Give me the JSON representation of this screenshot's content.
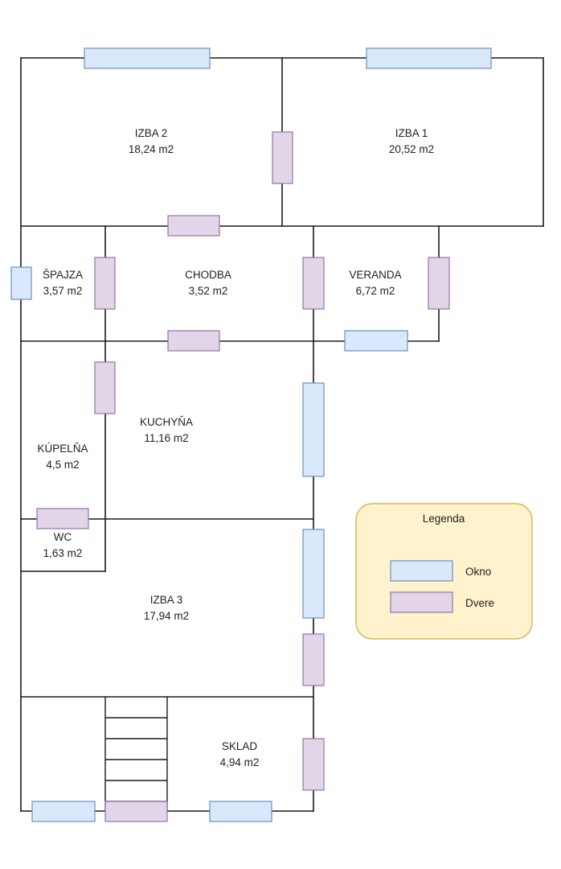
{
  "rooms": [
    {
      "id": "izba-2",
      "name": "IZBA 2",
      "area": "18,24 m2"
    },
    {
      "id": "izba-1",
      "name": "IZBA 1",
      "area": "20,52 m2"
    },
    {
      "id": "spajza",
      "name": "ŠPAJZA",
      "area": "3,57 m2"
    },
    {
      "id": "chodba",
      "name": "CHODBA",
      "area": "3,52 m2"
    },
    {
      "id": "veranda",
      "name": "VERANDA",
      "area": "6,72 m2"
    },
    {
      "id": "kuchyna",
      "name": "KUCHYŇA",
      "area": "11,16 m2"
    },
    {
      "id": "kupelna",
      "name": "KÚPELŇA",
      "area": "4,5 m2"
    },
    {
      "id": "wc",
      "name": "WC",
      "area": "1,63 m2"
    },
    {
      "id": "izba-3",
      "name": "IZBA 3",
      "area": "17,94 m2"
    },
    {
      "id": "sklad",
      "name": "SKLAD",
      "area": "4,94 m2"
    }
  ],
  "legend": {
    "title": "Legenda",
    "items": [
      {
        "label": "Okno",
        "type": "window"
      },
      {
        "label": "Dvere",
        "type": "door"
      }
    ]
  },
  "colors": {
    "window_fill": "#dae8fc",
    "window_stroke": "#6c8ebf",
    "door_fill": "#e1d5e7",
    "door_stroke": "#9673a6",
    "legend_fill": "#fff2cc",
    "legend_stroke": "#d6b656",
    "wall": "#1a1a1a"
  }
}
